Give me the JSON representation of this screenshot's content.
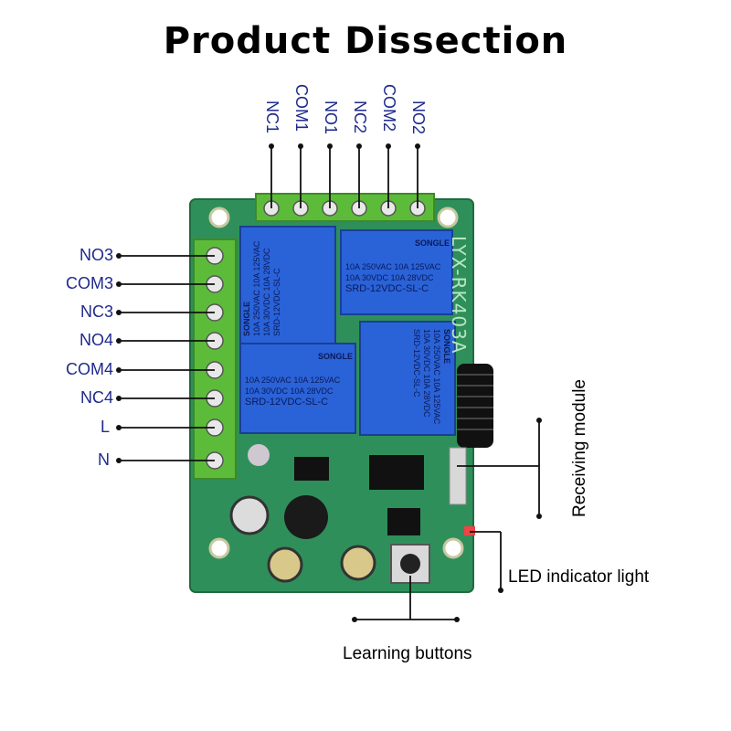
{
  "title": "Product Dissection",
  "top_terminals": [
    "NC1",
    "COM1",
    "NO1",
    "NC2",
    "COM2",
    "NO2"
  ],
  "left_terminals": [
    "NO3",
    "COM3",
    "NC3",
    "NO4",
    "COM4",
    "NC4",
    "L",
    "N"
  ],
  "callouts": {
    "receiving_module": "Receiving module",
    "led_indicator": "LED indicator light",
    "learning_buttons": "Learning buttons"
  },
  "board_marking": "LYX-RK403A",
  "relay": {
    "brand": "SONGLE",
    "rating1": "10A 250VAC   10A 125VAC",
    "rating2": "10A  30VDC   10A  28VDC",
    "model": "SRD-12VDC-SL-C"
  },
  "colors": {
    "pcb": "#2f8f5a",
    "terminal_block": "#5dbb3a",
    "relay": "#2a62d8",
    "label_text": "#1f2a8c"
  }
}
